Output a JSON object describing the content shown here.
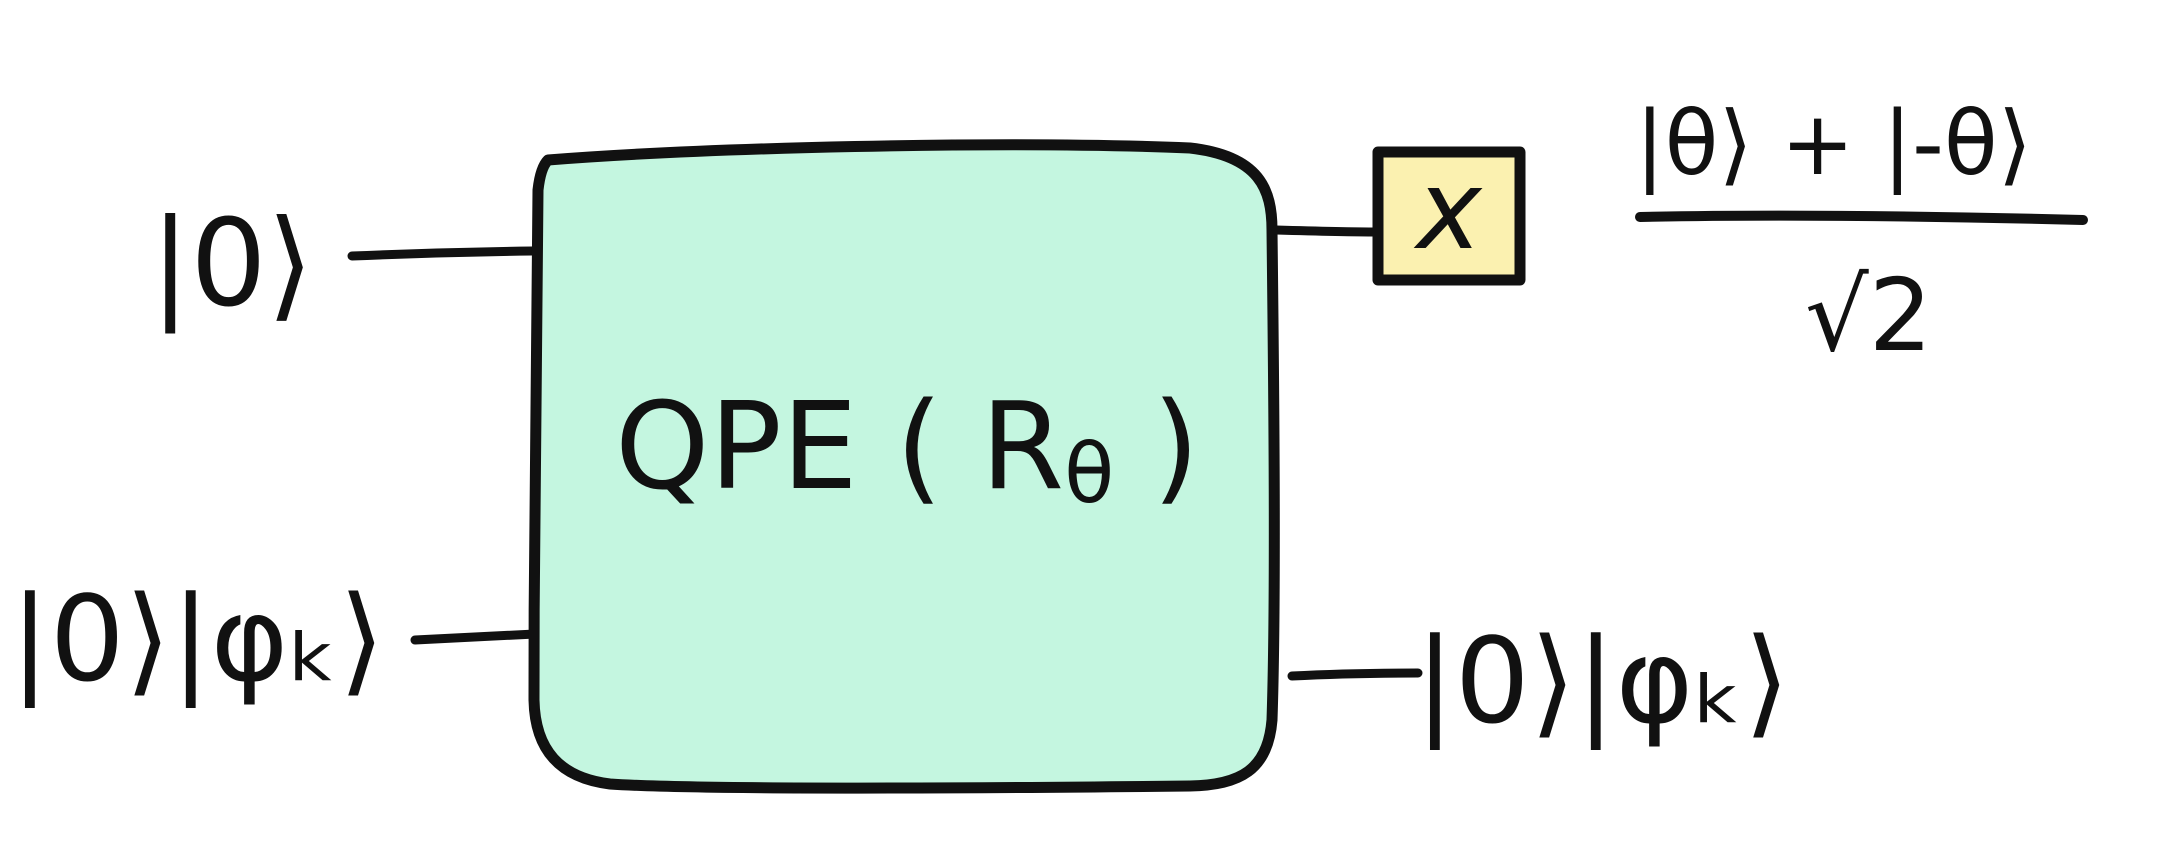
{
  "colors": {
    "ink": "#111111",
    "box_fill": "#c4f6e0",
    "meter_fill": "#fbf1b0",
    "background": "#ffffff"
  },
  "inputs": {
    "top_label": "|0⟩",
    "bottom_label": "|0⟩|φₖ⟩"
  },
  "qpe_box": {
    "label_main": "QPE ( R",
    "label_sub": "θ",
    "label_close": " )"
  },
  "meter": {
    "symbol": "x",
    "icon": "measurement-meter-icon"
  },
  "outputs": {
    "top_numerator": "|θ⟩ + |-θ⟩",
    "top_denominator": "√2",
    "bottom_label": "|0⟩|φₖ⟩"
  }
}
